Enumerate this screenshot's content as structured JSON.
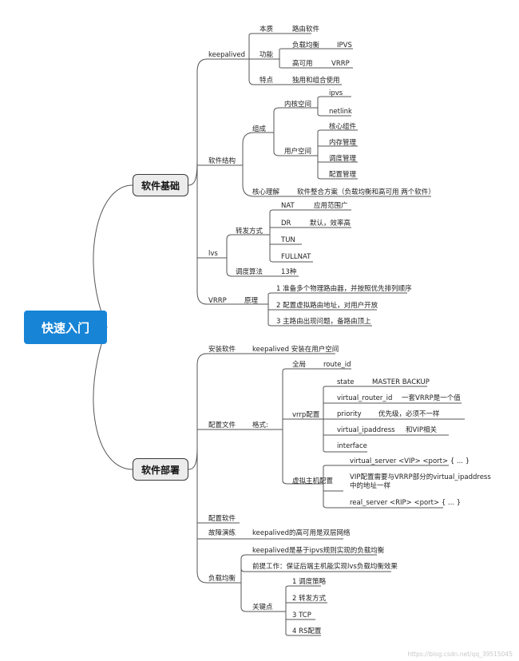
{
  "root": "快速入门",
  "branch1": {
    "label": "软件基础",
    "keepalived": {
      "label": "keepalived",
      "nature": "本质",
      "nature_value": "路由软件",
      "function": "功能",
      "lb": "负载均衡",
      "lb_value": "IPVS",
      "ha": "高可用",
      "ha_value": "VRRP",
      "feature": "特点",
      "feature_value": "独用和组合使用"
    },
    "structure": {
      "label": "软件结构",
      "compose": "组成",
      "kernel": "内核空间",
      "kernel_items": [
        "ipvs",
        "netlink"
      ],
      "user": "用户空间",
      "user_items": [
        "核心组件",
        "内存管理",
        "调度管理",
        "配置管理"
      ],
      "core": "核心理解",
      "core_value": "软件整合方案（负载均衡和高可用 两个软件）"
    },
    "lvs": {
      "label": "lvs",
      "mode": "转发方式",
      "nat": "NAT",
      "nat_value": "应用范围广",
      "dr": "DR",
      "dr_value": "默认，效率高",
      "tun": "TUN",
      "fullnat": "FULLNAT",
      "sched": "调度算法",
      "sched_value": "13种"
    },
    "vrrp": {
      "label": "VRRP",
      "principle": "原理",
      "items": [
        "1 准备多个物理路由器，并按照优先排列顺序",
        "2 配置虚拟路由地址，对用户开放",
        "3 主路由出现问题，备路由顶上"
      ]
    }
  },
  "branch2": {
    "label": "软件部署",
    "install": "安装软件",
    "install_value": "keepalived 安装在用户空间",
    "config": {
      "label": "配置文件",
      "format": "格式:",
      "global": "全局",
      "global_value": "route_id",
      "vrrp": "vrrp配置",
      "vrrp_items": [
        "state",
        "virtual_router_id",
        "priority",
        "virtual_ipaddress",
        "interface"
      ],
      "vrrp_values": [
        "MASTER BACKUP",
        "一套VRRP是一个值",
        "优先级，必须不一样",
        "和VIP相关"
      ],
      "vhost": "虚拟主机配置",
      "vhost_items": [
        "virtual_server <VIP> <port> { ... }",
        "VIP配置需要与VRRP部分的virtual_ipaddress中的地址一样",
        "real_server <RIP> <port> { ... }"
      ]
    },
    "config_software": "配置软件",
    "drill": "故障演练",
    "drill_value": "keepalived的高可用是双层网络",
    "lb": {
      "label": "负载均衡",
      "item1": "keepalived是基于ipvs规则实现的负载均衡",
      "item2": "前提工作：保证后端主机能实现lvs负载均衡效果",
      "keypoints": "关键点",
      "keypoint_items": [
        "1 调度策略",
        "2 转发方式",
        "3 TCP",
        "4 RS配置"
      ]
    }
  },
  "watermark": "https://blog.csdn.net/qq_39515045"
}
